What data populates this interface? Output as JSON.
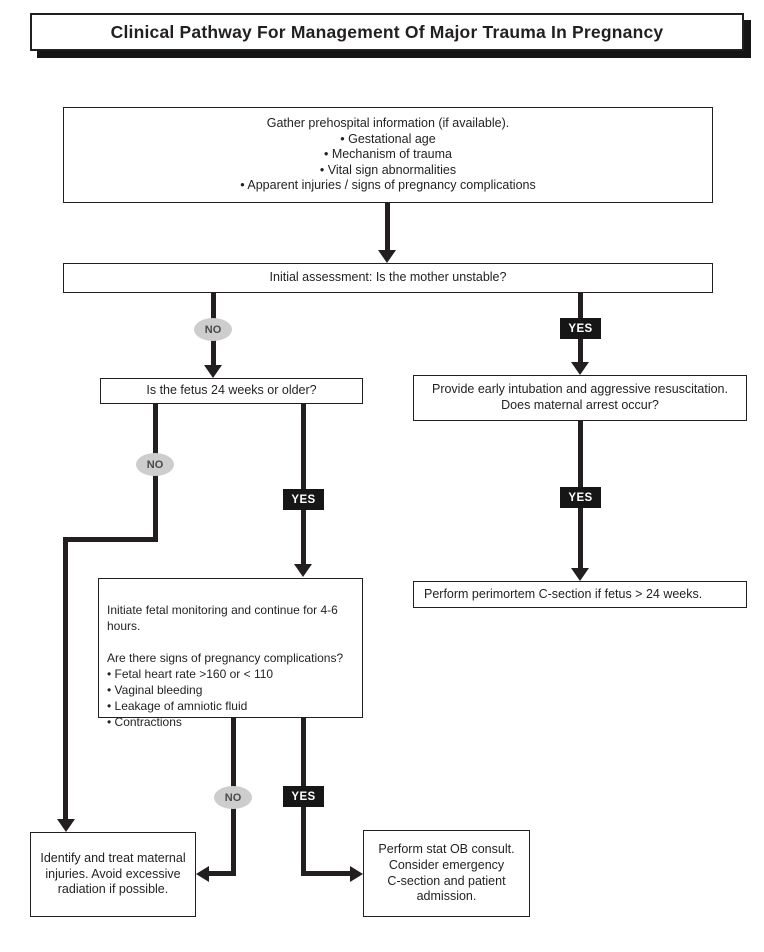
{
  "title": "Clinical Pathway For Management Of Major Trauma In Pregnancy",
  "labels": {
    "yes": "YES",
    "no": "NO"
  },
  "colors": {
    "line": "#231f20",
    "box_border": "#231f20",
    "box_fill": "#ffffff",
    "yes_bg": "#161616",
    "yes_text": "#ffffff",
    "no_bg": "#cdcdcd",
    "no_text": "#4a4a4a",
    "background": "#ffffff"
  },
  "nodes": {
    "prehospital": {
      "text": "Gather prehospital information (if available).\n• Gestational age\n• Mechanism of trauma\n• Vital sign abnormalities\n• Apparent injuries / signs of pregnancy complications"
    },
    "initial_assessment": {
      "text": "Initial assessment: Is the mother unstable?"
    },
    "fetus_24_weeks": {
      "text": "Is the fetus 24 weeks or older?"
    },
    "intubation": {
      "text": "Provide early intubation and aggressive resuscitation.\nDoes maternal arrest occur?"
    },
    "fetal_monitoring": {
      "text": "Initiate fetal monitoring and continue for 4-6\nhours.\n\nAre there signs of pregnancy complications?\n• Fetal heart rate >160 or < 110\n• Vaginal bleeding\n• Leakage of amniotic fluid\n• Contractions"
    },
    "perimortem_csection": {
      "text": "Perform perimortem C-section if fetus > 24 weeks."
    },
    "maternal_injuries": {
      "text": "Identify and treat maternal\ninjuries. Avoid excessive\nradiation if possible."
    },
    "ob_consult": {
      "text": "Perform stat OB consult.\nConsider emergency\nC-section and patient\nadmission."
    }
  }
}
